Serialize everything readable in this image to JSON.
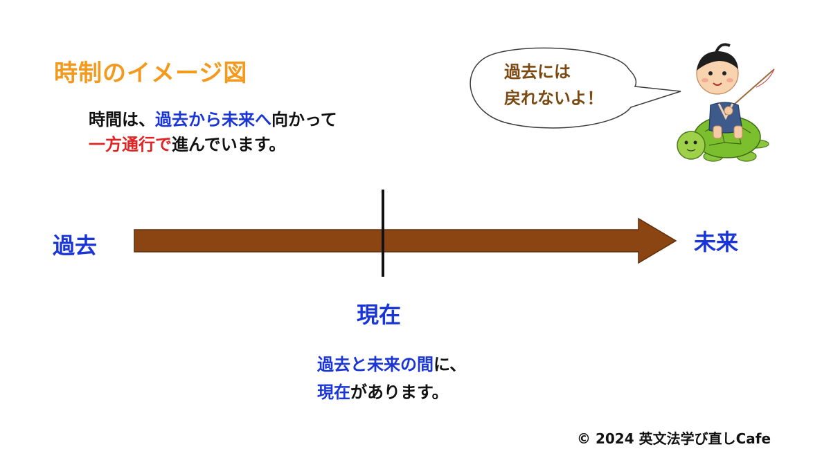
{
  "title": "時制のイメージ図",
  "intro": {
    "line1_prefix": "時間は、",
    "line1_highlight": "過去から未来へ",
    "line1_suffix": "向かって",
    "line2_highlight": "一方通行で",
    "line2_suffix": "進んでいます。"
  },
  "timeline": {
    "past": "過去",
    "future": "未来",
    "present": "現在",
    "arrow_color": "#8b4513"
  },
  "present_note": {
    "line1_highlight": "過去と未来の間",
    "line1_suffix": "に、",
    "line2_highlight": "現在",
    "line2_suffix": "があります。"
  },
  "speech_bubble": {
    "line1": "過去には",
    "line2": "戻れないよ！"
  },
  "illustration": "boy-riding-turtle-icon",
  "copyright": "© 2024  英文法学び直しCafe",
  "colors": {
    "title": "#f39a1e",
    "blue_text": "#1a35d6",
    "red_text": "#e32222",
    "bubble_text": "#7a4a12"
  }
}
